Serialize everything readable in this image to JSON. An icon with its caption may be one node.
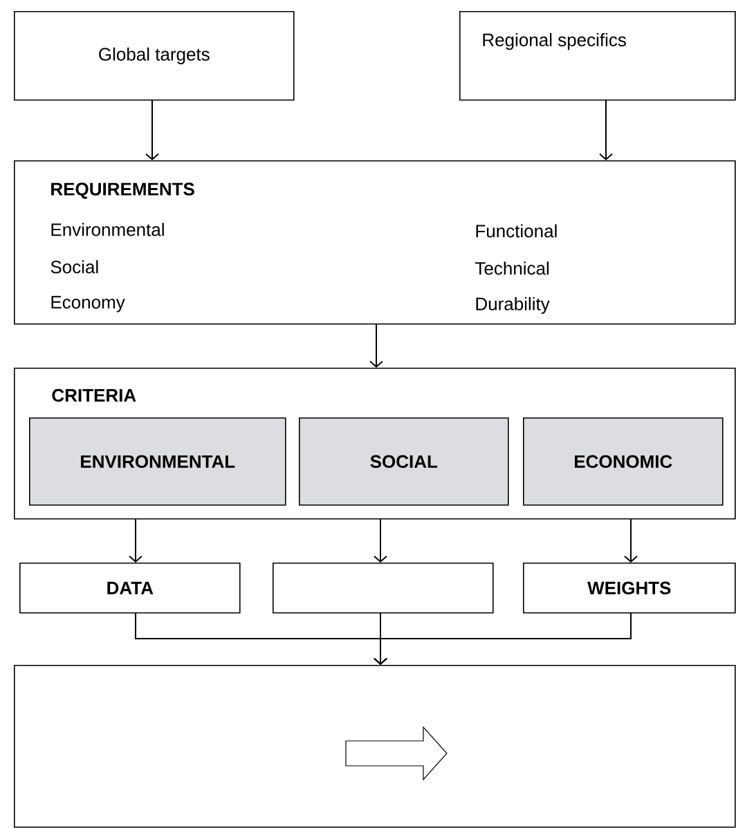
{
  "diagram": {
    "nodes": [
      {
        "text": [
          "Global targets"
        ]
      },
      {
        "text": [
          "Regional specifics"
        ]
      },
      {
        "text": [
          "REQUIREMENTS",
          "Environmental",
          "Social",
          "Economy",
          "Functional",
          "Technical",
          "Durability"
        ]
      },
      {
        "text": [
          "CRITERIA"
        ]
      },
      {
        "text": [
          "ENVIRONMENTAL"
        ],
        "in": 3
      },
      {
        "text": [
          "SOCIAL"
        ],
        "in": 3
      },
      {
        "text": [
          "ECONOMIC"
        ],
        "in": 3
      },
      {
        "text": [
          "DATA"
        ]
      },
      {
        "text": [],
        "shape": "box"
      },
      {
        "text": [
          "WEIGHTS"
        ]
      },
      {
        "text": [],
        "shape": "box"
      }
    ],
    "edges": [
      {
        "from": 0,
        "to": 2,
        "arrow": "to"
      },
      {
        "from": 1,
        "to": 2,
        "arrow": "to"
      },
      {
        "from": 2,
        "to": 3,
        "arrow": "to"
      },
      {
        "from": 3,
        "to": 7,
        "arrow": "to"
      },
      {
        "from": 3,
        "to": 8,
        "arrow": "to"
      },
      {
        "from": 3,
        "to": 9,
        "arrow": "to"
      },
      {
        "from": 7,
        "to": 10,
        "arrow": "to"
      },
      {
        "from": 8,
        "to": 10,
        "arrow": "to"
      },
      {
        "from": 9,
        "to": 10,
        "arrow": "to"
      }
    ]
  }
}
